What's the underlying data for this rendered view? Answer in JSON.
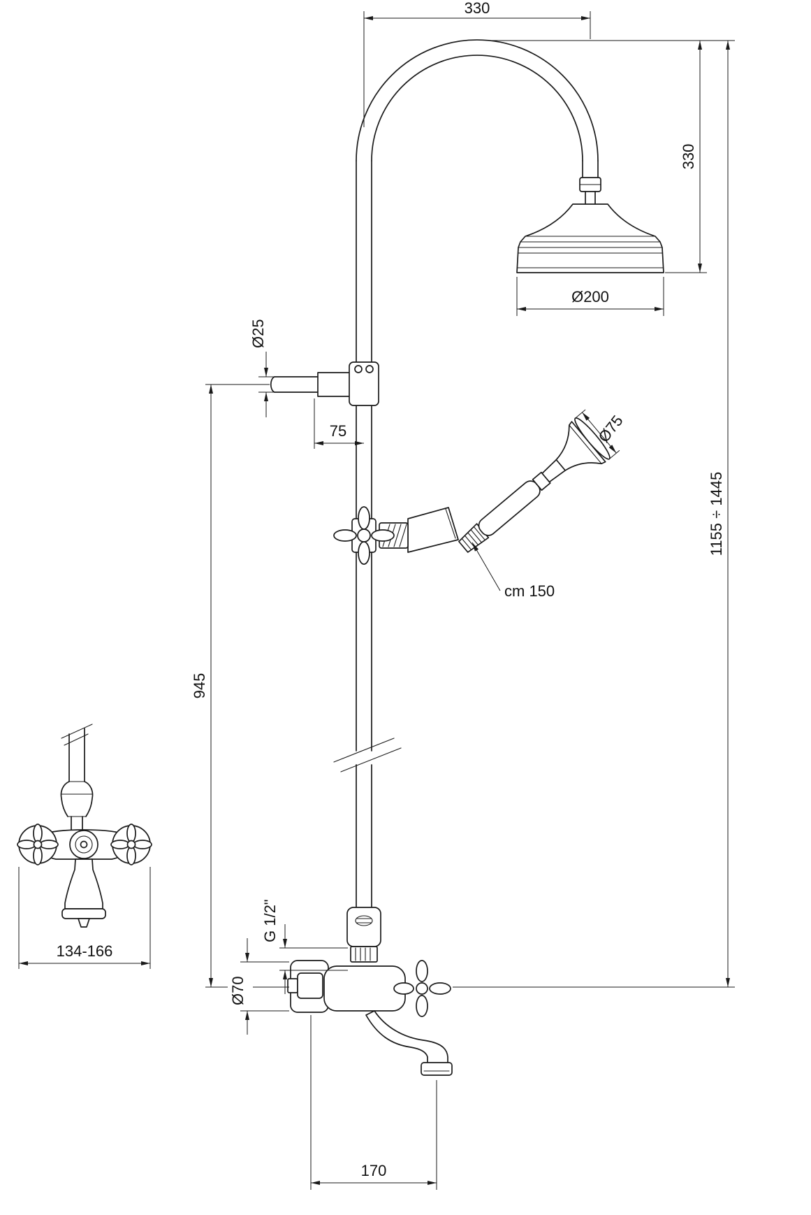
{
  "drawing": {
    "dims": {
      "top_width": "330",
      "head_drop": "330",
      "head_diameter": "Ø200",
      "supply_diameter": "Ø25",
      "wall_offset": "75",
      "handshower_diameter": "Ø75",
      "overall_height": "1155 ÷ 1445",
      "hose_length": "cm 150",
      "riser_height": "945",
      "mixer_centers": "134-166",
      "thread": "G 1/2\"",
      "flange_diameter": "Ø70",
      "spout_reach": "170"
    }
  }
}
